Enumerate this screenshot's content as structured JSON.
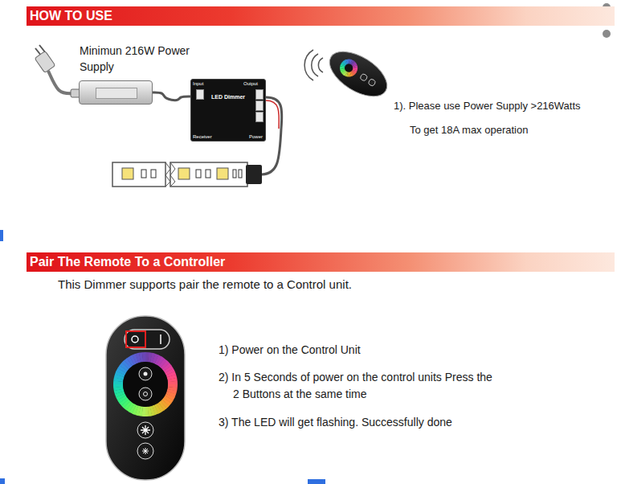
{
  "diagram": {
    "nodes": [
      {
        "text": [
          "HOW TO USE"
        ]
      },
      {
        "text": [
          "Minimun 216W Power Supply"
        ]
      },
      {
        "text": [
          "LED Dimmer"
        ]
      },
      {
        "text": [
          "Pair The Remote To a Controller"
        ]
      }
    ],
    "edges": [
      {
        "from": 1,
        "to": 2,
        "arrow": "none"
      }
    ],
    "labels": [
      "Input",
      "Output",
      "Receiver",
      "Power",
      "1). Please use Power Supply >216Watts",
      "To get 18A max operation",
      "This Dimmer supports pair the remote to a Control unit.",
      "1) Power on the Control Unit",
      "2) In 5 Seconds of power on the control units Press the 2 Buttons at the same time",
      "3) The LED will get flashing. Successfully done"
    ]
  }
}
